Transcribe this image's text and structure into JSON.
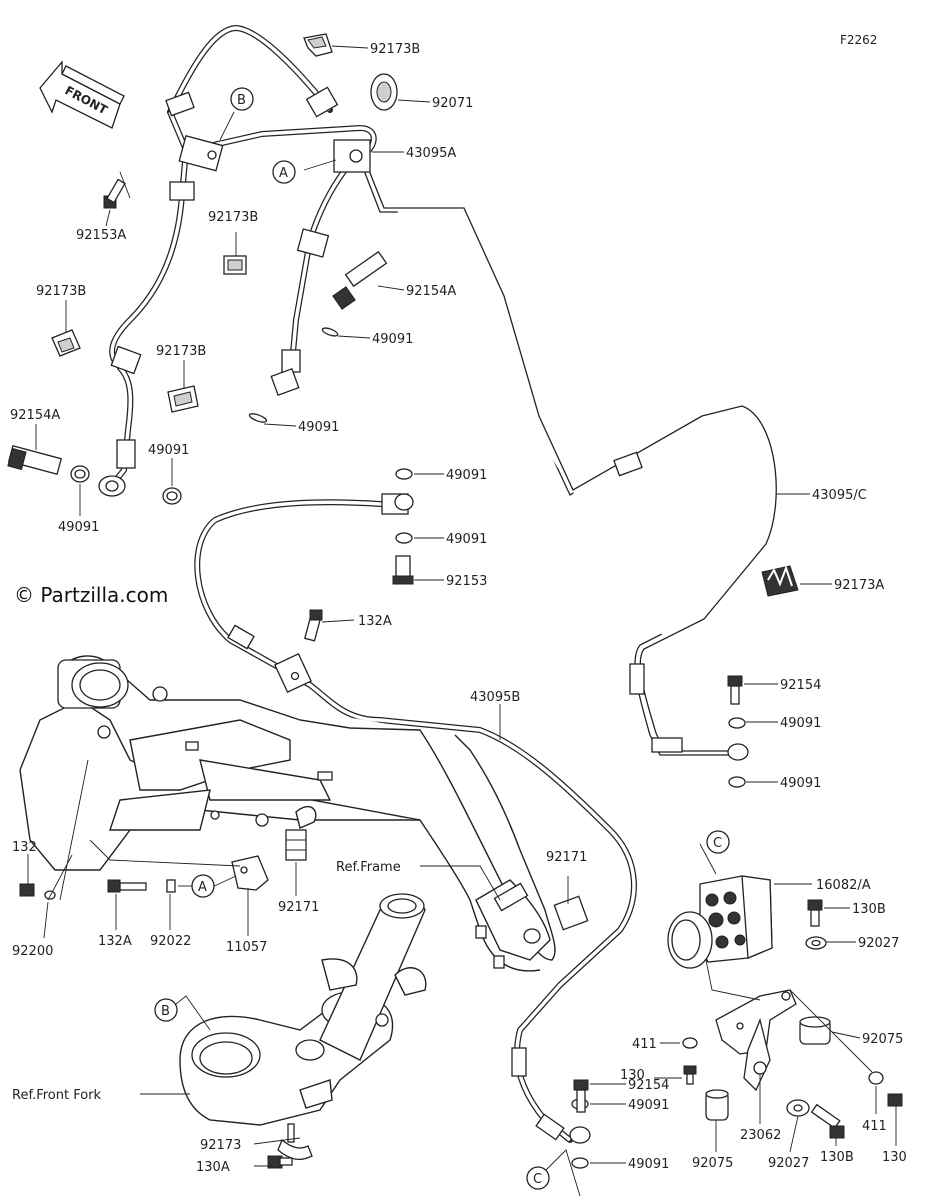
{
  "diagram": {
    "code": "F2262",
    "watermark": "© Partzilla.com",
    "front_label": "FRONT",
    "callouts": [
      "A",
      "B",
      "C"
    ],
    "ref_labels": {
      "frame": "Ref.Frame",
      "front_fork": "Ref.Front Fork"
    },
    "parts": {
      "p92173B_1": "92173B",
      "p92071": "92071",
      "p43095A": "43095A",
      "p92173B_2": "92173B",
      "p92153A": "92153A",
      "p92154A_1": "92154A",
      "p92173B_3": "92173B",
      "p49091_1": "49091",
      "p92173B_4": "92173B",
      "p49091_2": "49091",
      "p92154A_2": "92154A",
      "p49091_3": "49091",
      "p49091_4": "49091",
      "p49091_5": "49091",
      "p43095C": "43095/C",
      "p49091_6": "49091",
      "p92153": "92153",
      "p92173A": "92173A",
      "p132A_1": "132A",
      "p92154_1": "92154",
      "p43095B": "43095B",
      "p49091_7": "49091",
      "p49091_8": "49091",
      "p132": "132",
      "p92171_1": "92171",
      "p92171_2": "92171",
      "p16082A": "16082/A",
      "p130B_1": "130B",
      "p92200": "92200",
      "p132A_2": "132A",
      "p92022": "92022",
      "p11057": "11057",
      "p92027_1": "92027",
      "p92075_1": "92075",
      "p411_1": "411",
      "p92154_2": "92154",
      "p130_1": "130",
      "p49091_9": "49091",
      "p411_2": "411",
      "p92173": "92173",
      "p92075_2": "92075",
      "p23062": "23062",
      "p92027_2": "92027",
      "p130": "130",
      "p130A": "130A",
      "p49091_10": "49091",
      "p130B_2": "130B"
    }
  }
}
